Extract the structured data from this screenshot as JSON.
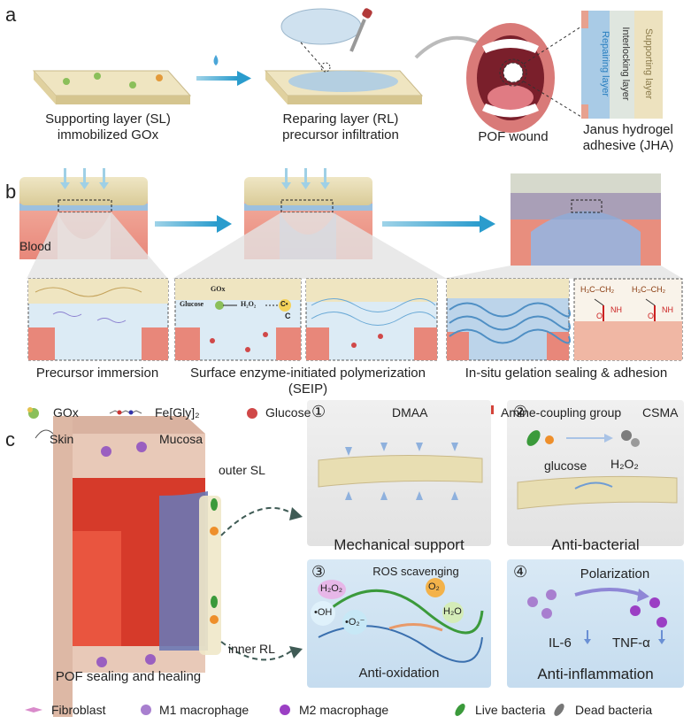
{
  "panels": {
    "a": {
      "letter": "a",
      "steps": [
        {
          "line1": "Supporting layer (SL)",
          "line2": "immobilized GOx"
        },
        {
          "line1": "Reparing layer (RL)",
          "line2": "precursor infiltration"
        },
        {
          "line1": "POF wound",
          "line2": ""
        },
        {
          "line1": "Janus hydrogel",
          "line2": "adhesive (JHA)"
        }
      ],
      "layers": {
        "supporting": "Supporting layer",
        "interlocking": "Interlocking layer",
        "repairing": "Repairing layer"
      }
    },
    "b": {
      "letter": "b",
      "blood": "Blood",
      "gox": "GOx",
      "glucose": "Glucose",
      "h2o2": "H₂O₂",
      "c_radical": "C•",
      "c_label": "C",
      "ch3": "H₃C–CH₂",
      "nh": "NH",
      "o": "O",
      "captions": [
        "Precursor immersion",
        "Surface enzyme-initiated polymerization",
        "(SEIP)",
        "In-situ gelation sealing & adhesion"
      ],
      "legend": [
        "GOx",
        "Fe[Gly]₂",
        "Glucose",
        "DMAA",
        "Amine-coupling group",
        "CSMA"
      ]
    },
    "c": {
      "letter": "c",
      "skin": "Skin",
      "mucosa": "Mucosa",
      "outer_sl": "outer SL",
      "inner_rl": "inner RL",
      "bottom_caption": "POF sealing and healing",
      "boxes": [
        {
          "num": "①",
          "title": "Mechanical support"
        },
        {
          "num": "②",
          "title": "Anti-bacterial",
          "glucose": "glucose",
          "h2o2": "H₂O₂"
        },
        {
          "num": "③",
          "title": "Anti-oxidation",
          "top": "ROS scavenging",
          "h2o2": "H₂O₂",
          "oh": "•OH",
          "o2r": "•O₂⁻",
          "o2": "O₂",
          "h2o": "H₂O"
        },
        {
          "num": "④",
          "title": "Anti-inflammation",
          "top": "Polarization",
          "il6": "IL-6",
          "tnf": "TNF-α"
        }
      ],
      "legend": [
        "Fibroblast",
        "M1 macrophage",
        "M2 macrophage",
        "Live bacteria",
        "Dead bacteria"
      ]
    }
  }
}
